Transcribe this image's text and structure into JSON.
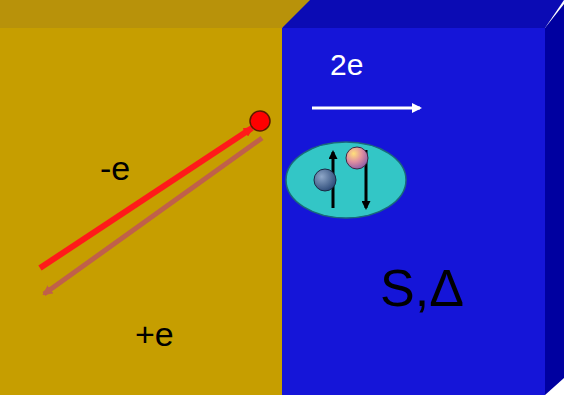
{
  "diagram": {
    "nodes": [
      {
        "text": [
          "-e",
          "+e"
        ]
      },
      {
        "text": [
          "2e",
          "S,Δ"
        ]
      }
    ]
  }
}
